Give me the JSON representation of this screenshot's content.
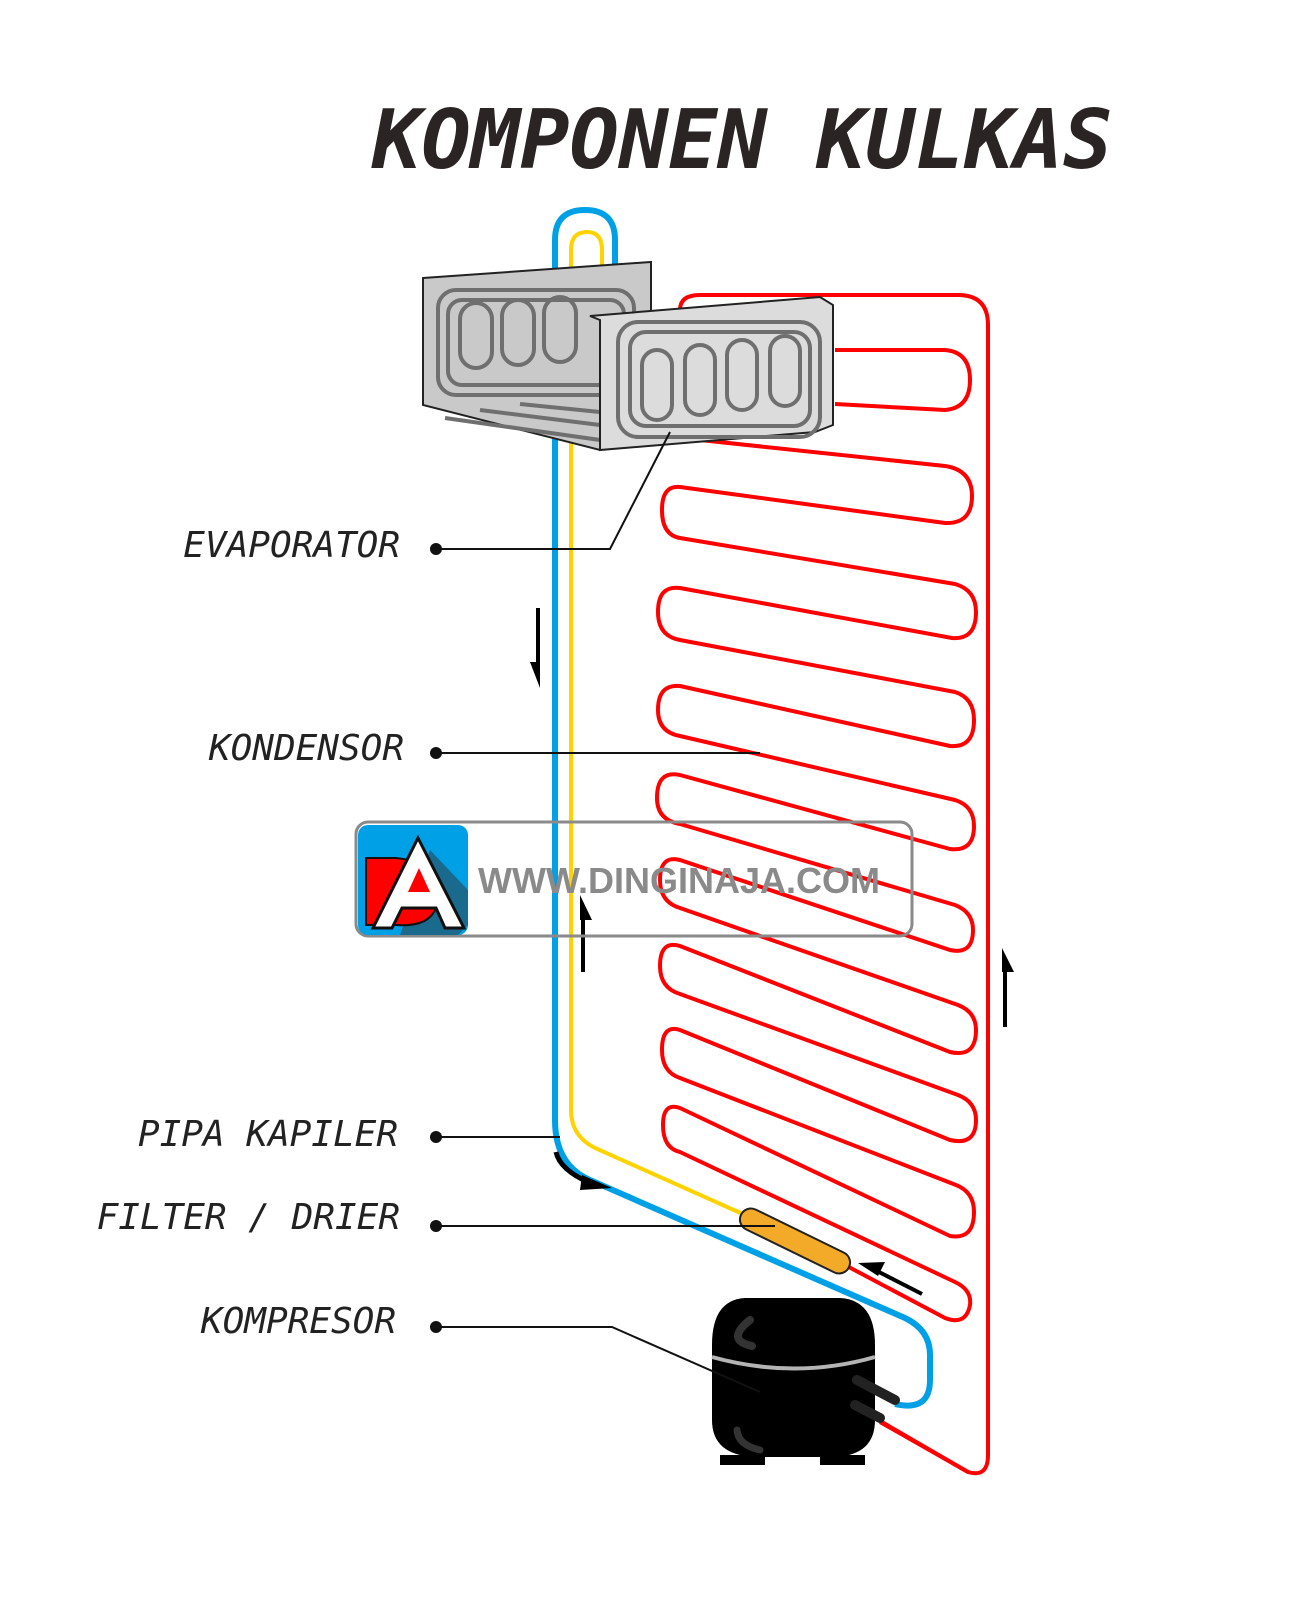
{
  "title": "KOMPONEN KULKAS",
  "labels": {
    "evaporator": "EVAPORATOR",
    "kondensor": "KONDENSOR",
    "pipa_kapiler": "PIPA KAPILER",
    "filter_drier": "FILTER / DRIER",
    "kompresor": "KOMPRESOR"
  },
  "watermark": {
    "logo_text": "DA",
    "url": "WWW.DINGINAJA.COM"
  },
  "colors": {
    "condenser_pipe": "#ff0000",
    "suction_pipe": "#00a0e6",
    "capillary_pipe": "#ffd200",
    "filter_drier": "#f2aa28",
    "compressor": "#000000",
    "evaporator": "#d4d4d4"
  }
}
